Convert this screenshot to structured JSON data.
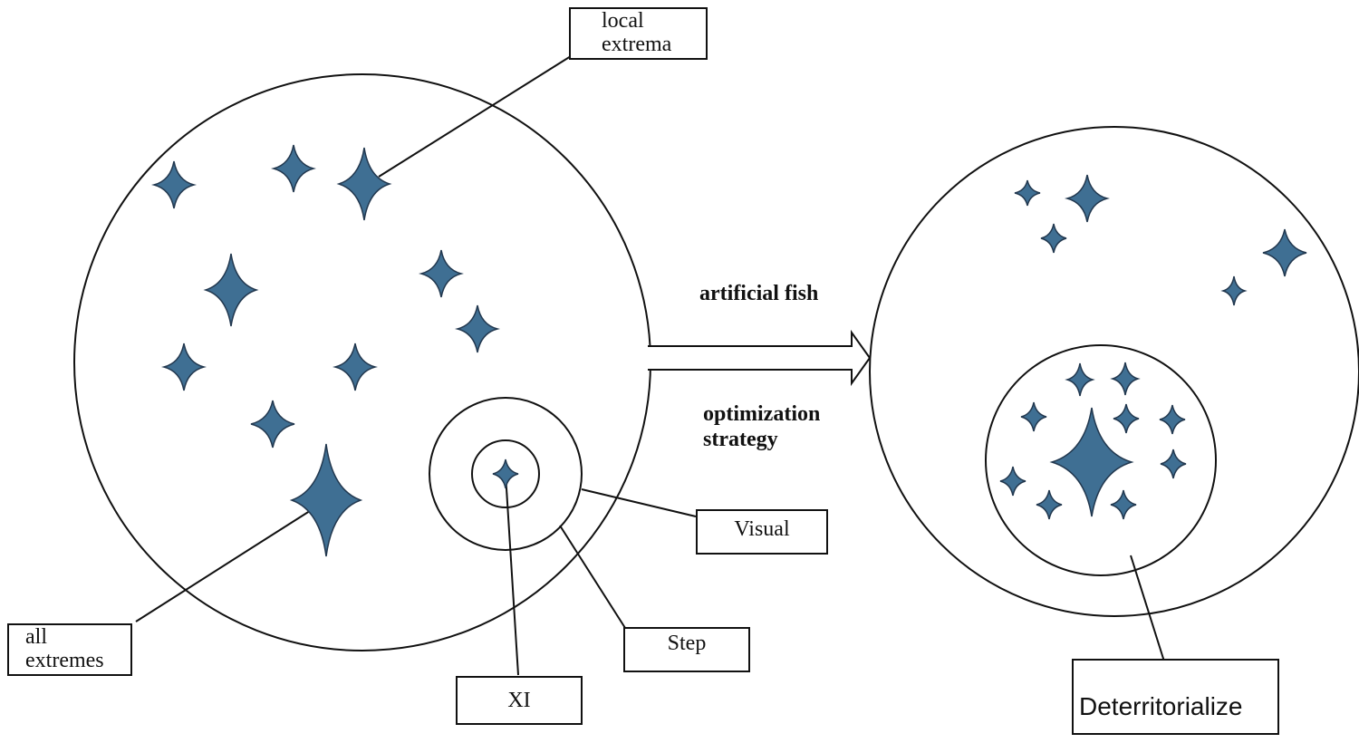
{
  "labels": {
    "local_extrema": [
      "local",
      "extrema"
    ],
    "all_extremes": [
      "all",
      "extremes"
    ],
    "xi": "XI",
    "visual": "Visual",
    "step": "Step",
    "deterritorialize": "Deterritorialize",
    "arrow_top": "artificial fish",
    "arrow_bottom": [
      "optimization",
      "strategy"
    ]
  },
  "colors": {
    "line": "#111111",
    "star_fill": "#3f6f93",
    "star_stroke": "#22384f"
  }
}
